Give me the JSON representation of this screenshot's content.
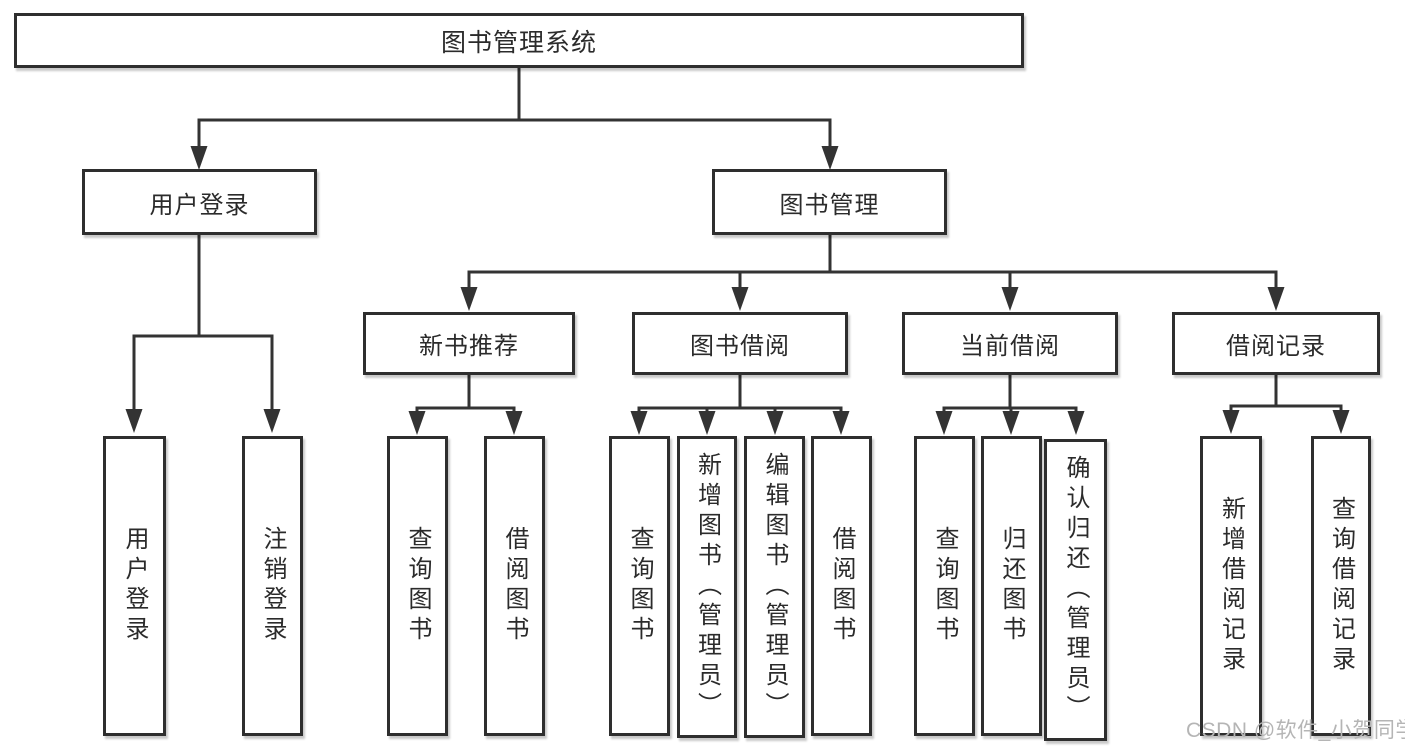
{
  "diagram": {
    "root": {
      "label": "图书管理系统"
    },
    "level2": [
      {
        "label": "用户登录"
      },
      {
        "label": "图书管理"
      }
    ],
    "level3": [
      {
        "label": "新书推荐"
      },
      {
        "label": "图书借阅"
      },
      {
        "label": "当前借阅"
      },
      {
        "label": "借阅记录"
      }
    ],
    "leaves": {
      "user_login": [
        "用户登录",
        "注销登录"
      ],
      "new_book": [
        "查询图书",
        "借阅图书"
      ],
      "book_borrow": [
        "查询图书",
        "新增图书（管理员）",
        "编辑图书（管理员）",
        "借阅图书"
      ],
      "current_borrow": [
        "查询图书",
        "归还图书",
        "确认归还（管理员）"
      ],
      "borrow_records": [
        "新增借阅记录",
        "查询借阅记录"
      ]
    },
    "colors": {
      "line": "#333333",
      "box_border": "#2e2e2e",
      "text": "#2b2b2b",
      "background": "#ffffff"
    }
  },
  "watermark": {
    "text": "CSDN @软件_小贺同学",
    "color": "#b5b5b5"
  }
}
